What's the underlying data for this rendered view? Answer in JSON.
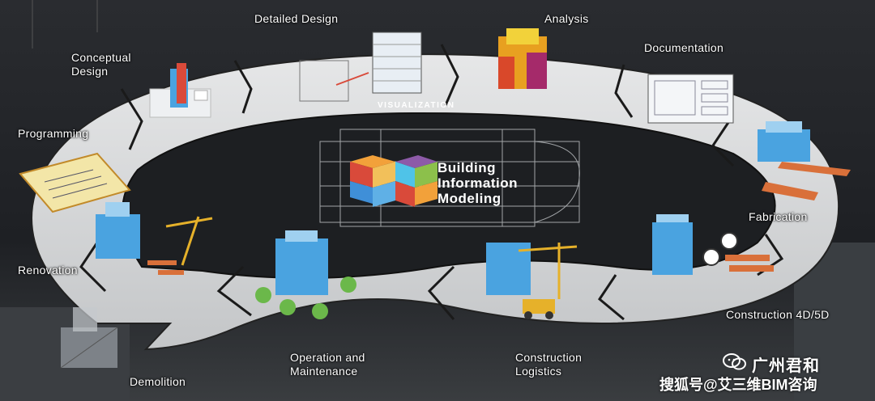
{
  "center": {
    "title_lines": [
      "Building",
      "Information",
      "Modeling"
    ],
    "ring_label": "VISUALIZATION"
  },
  "stages": [
    {
      "label": "Detailed Design"
    },
    {
      "label": "Analysis"
    },
    {
      "label": "Documentation"
    },
    {
      "label": "Conceptual Design"
    },
    {
      "label": "Programming"
    },
    {
      "label": "Fabrication"
    },
    {
      "label": "Renovation"
    },
    {
      "label": "Construction 4D/5D"
    },
    {
      "label": "Demolition"
    },
    {
      "label": "Operation and Maintenance"
    },
    {
      "label": "Construction Logistics"
    }
  ],
  "watermark": {
    "brand": "广州君和",
    "subtitle": "搜狐号@艾三维BIM咨询",
    "icon": "wechat-icon"
  },
  "colors": {
    "ring_fill": "#d6d8da",
    "ring_stroke": "#2a2a2a",
    "background": "#1c1e21",
    "building_blue": "#4aa3e0",
    "analysis_orange": "#e8a020",
    "crane_yellow": "#e6b12a",
    "lumber_orange": "#d9703a",
    "tree_green": "#6bb84a",
    "logo_orange": "#f2a13a",
    "logo_red": "#d94a3a",
    "logo_blue": "#3f8fd8",
    "logo_green": "#8cc04b",
    "logo_purple": "#8d5aa8",
    "logo_cyan": "#4fc3e8"
  }
}
